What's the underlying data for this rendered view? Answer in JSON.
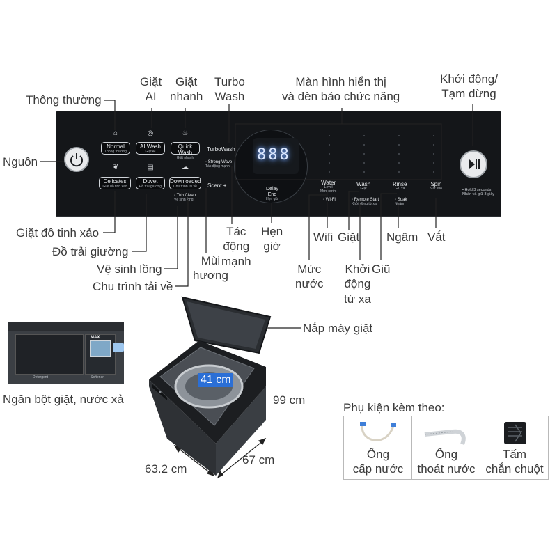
{
  "callouts": {
    "thong_thuong": "Thông thường",
    "giat_ai": [
      "Giặt",
      "AI"
    ],
    "giat_nhanh": [
      "Giặt",
      "nhanh"
    ],
    "turbo_wash": [
      "Turbo",
      "Wash"
    ],
    "man_hinh": [
      "Màn hình hiển thị",
      "và đèn báo chức năng"
    ],
    "khoi_dong_tam_dung": [
      "Khởi động/",
      "Tạm dừng"
    ],
    "nguon": "Nguồn",
    "giat_do_tinh_xao": "Giặt đồ tinh xảo",
    "do_trai_giuong": "Đồ trải giường",
    "ve_sinh_long": "Vệ sinh lồng",
    "chu_trinh_tai_ve": "Chu trình tải về",
    "mui_huong": [
      "Mùi",
      "hương"
    ],
    "tac_dong_manh": [
      "Tác",
      "động",
      "mạnh"
    ],
    "hen_gio": [
      "Hẹn",
      "giờ"
    ],
    "muc_nuoc": [
      "Mức",
      "nước"
    ],
    "wifi": "Wifi",
    "giat": "Giặt",
    "khoi_dong_tu_xa": [
      "Khởi",
      "động",
      "từ xa"
    ],
    "giu": "Giũ",
    "ngam": "Ngâm",
    "vat": "Vắt",
    "nap_may_giat": "Nắp máy giặt",
    "ngan_bot_giat": "Ngăn bột giặt, nước xả"
  },
  "panel": {
    "buttons": [
      {
        "label": "Normal",
        "sub": "Thông thường"
      },
      {
        "label": "AI Wash",
        "sub": "Giặt AI"
      },
      {
        "label": "Quick Wash",
        "sub": "Giặt nhanh"
      },
      {
        "label": "Delicates",
        "sub": "Giặt đồ tinh xảo"
      },
      {
        "label": "Duvet",
        "sub": "Đồ trải giường"
      },
      {
        "label": "Downloaded",
        "sub": "Chu trình tải về"
      }
    ],
    "tub_clean": "Tub Clean",
    "tub_clean_sub": "Vệ sinh lồng",
    "turbowash": "TurboWash",
    "strong_wave": "Strong Wave",
    "strong_wave_sub": "Tác động mạnh",
    "scent": "Scent",
    "delay_end": [
      "Delay",
      "End"
    ],
    "delay_sub": "Hẹn giờ",
    "water": "Water",
    "water_sub": [
      "Level",
      "Mức nước"
    ],
    "wifi": "Wi-Fi",
    "wash": "Wash",
    "wash_sub": "Giặt",
    "remote_start": "Remote Start",
    "remote_sub": "Khởi động từ xa",
    "rinse": "Rinse",
    "rinse_sub": "Giũ xả",
    "soak": "Soak",
    "soak_sub": "Ngâm",
    "spin": "Spin",
    "spin_sub": "Vắt khô",
    "hold_note": [
      "Hold 3 seconds",
      "Nhấn và giữ 3 giây"
    ],
    "display_digits": "888"
  },
  "dispenser": {
    "max": "MAX",
    "detergent": "Detergent",
    "softener": "Softener"
  },
  "dimensions": {
    "drum": "41 cm",
    "height": "99 cm",
    "depth": "67 cm",
    "width": "63.2 cm"
  },
  "accessories": {
    "title": "Phụ kiện kèm theo:",
    "items": [
      {
        "name": [
          "Ống",
          "cấp nước"
        ],
        "icon": "water-inlet-hose-icon"
      },
      {
        "name": [
          "Ống",
          "thoát nước"
        ],
        "icon": "drain-hose-icon"
      },
      {
        "name": [
          "Tấm",
          "chắn chuột"
        ],
        "icon": "rat-guard-plate-icon"
      }
    ]
  },
  "colors": {
    "panel": "#141619",
    "accent_blue": "#2b6fd6",
    "display_glow": "#b9d4ff"
  }
}
